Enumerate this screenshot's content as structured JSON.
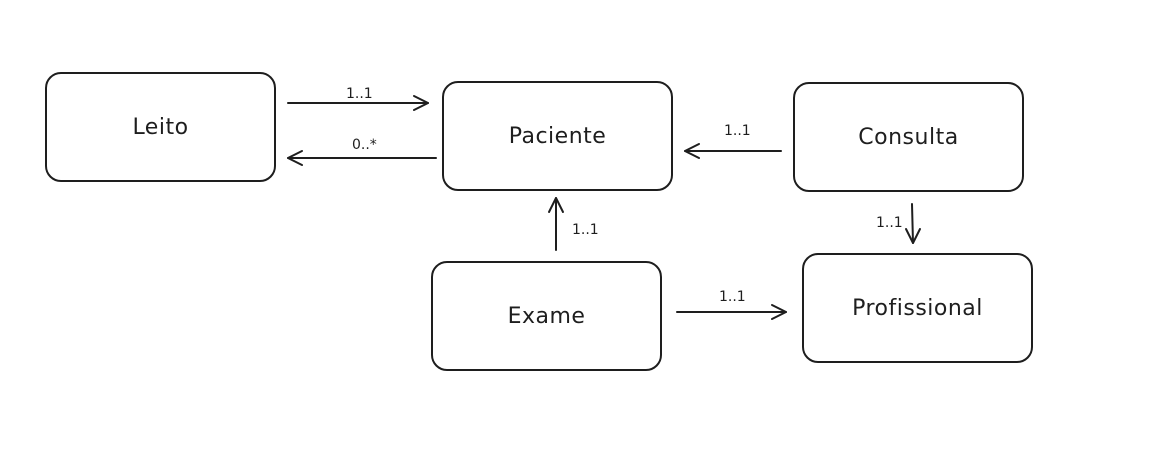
{
  "nodes": {
    "leito": "Leito",
    "paciente": "Paciente",
    "consulta": "Consulta",
    "exame": "Exame",
    "profissional": "Profissional"
  },
  "edges": [
    {
      "from": "Leito",
      "to": "Paciente",
      "label": "1..1"
    },
    {
      "from": "Paciente",
      "to": "Leito",
      "label": "0..*"
    },
    {
      "from": "Consulta",
      "to": "Paciente",
      "label": "1..1"
    },
    {
      "from": "Consulta",
      "to": "Profissional",
      "label": "1..1"
    },
    {
      "from": "Exame",
      "to": "Paciente",
      "label": "1..1"
    },
    {
      "from": "Exame",
      "to": "Profissional",
      "label": "1..1"
    }
  ]
}
